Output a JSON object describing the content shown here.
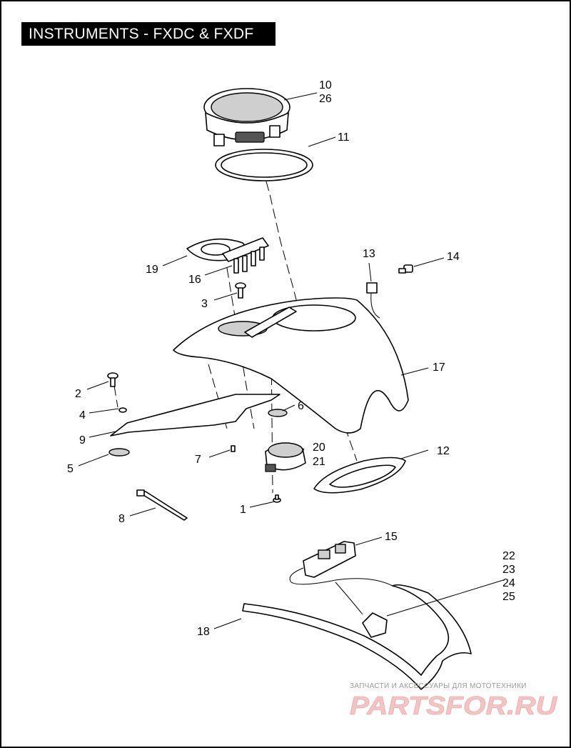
{
  "title": "INSTRUMENTS - FXDC & FXDF",
  "callouts": {
    "c10": "10",
    "c26": "26",
    "c11": "11",
    "c13": "13",
    "c14": "14",
    "c19": "19",
    "c16": "16",
    "c3": "3",
    "c17": "17",
    "c2": "2",
    "c4": "4",
    "c6": "6",
    "c9": "9",
    "c20": "20",
    "c21": "21",
    "c12": "12",
    "c7": "7",
    "c5": "5",
    "c1": "1",
    "c8": "8",
    "c15": "15",
    "c22": "22",
    "c23": "23",
    "c24": "24",
    "c25": "25",
    "c18": "18"
  },
  "watermark": {
    "tagline": "ЗАПЧАСТИ И АКСЕССУАРЫ ДЛЯ МОТОТЕХНИКИ",
    "logo": "PARTSFOR.RU"
  }
}
